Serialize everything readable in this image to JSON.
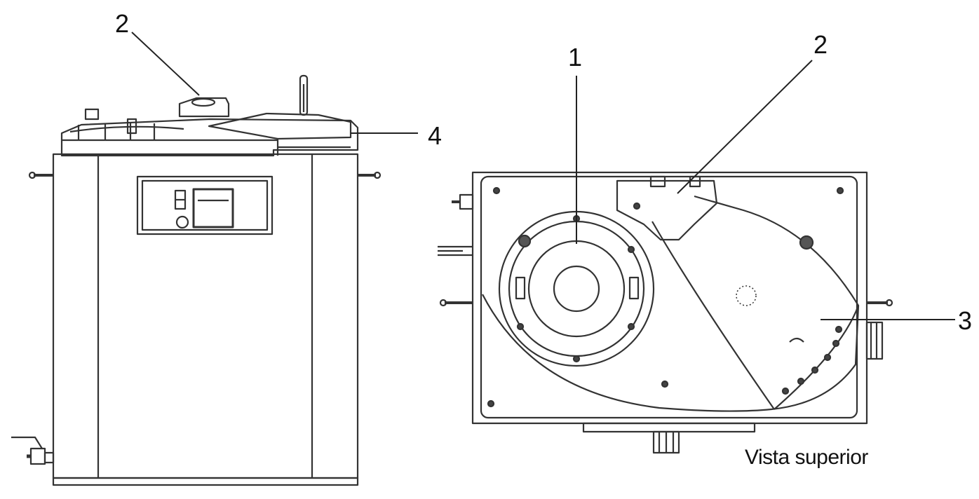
{
  "callouts": {
    "front": {
      "c2": "2",
      "c4": "4"
    },
    "top": {
      "c1": "1",
      "c2": "2",
      "c3": "3"
    }
  },
  "caption": "Vista superior"
}
